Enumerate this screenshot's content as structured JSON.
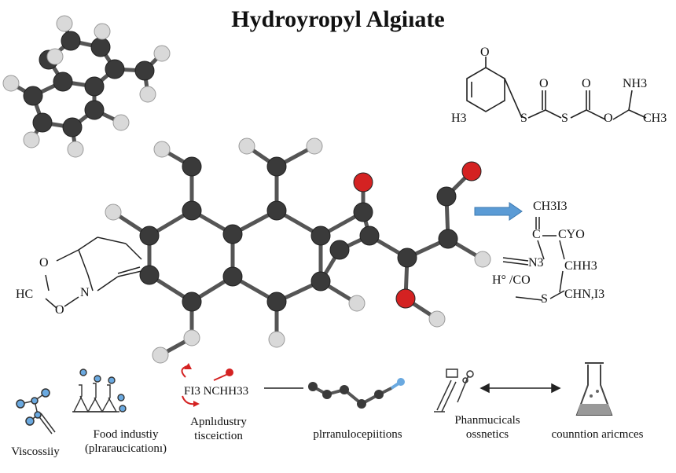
{
  "title": "Hydroyropyl Algiıate",
  "colors": {
    "atom_c": "#3a3a3a",
    "atom_h": "#d9d9d9",
    "atom_o": "#d42222",
    "arrow_blue": "#5b9bd5",
    "bond": "#555555"
  },
  "top_right_formula": {
    "o_top": "O",
    "h3": "H3",
    "s1": "S",
    "s2": "S",
    "o_mid": "O",
    "o_a": "O",
    "o_b": "O",
    "nh3": "NH3",
    "ch3": "CH3"
  },
  "left_ring": {
    "o1": "O",
    "hc": "HC",
    "n": "N",
    "o2": "O"
  },
  "right_formula": {
    "ch3i3": "CH3I3",
    "c": "C",
    "cyo": "CYO",
    "n3": "N3",
    "chh3": "CHH3",
    "ho": "H° /CO",
    "s": "S",
    "chni3": "CHN,I3"
  },
  "applications": [
    {
      "icon": "molecule-icon",
      "label": "Viscossiiy"
    },
    {
      "icon": "flasks-icon",
      "label": "Food industiy\n(plraraucicationı)"
    },
    {
      "icon": "reaction-cycle-icon",
      "formula": "FI3 NCHH33",
      "label": "Apnlıdustry\ntisceiction"
    },
    {
      "icon": "chain-icon",
      "label": "plrranulocepiitions"
    },
    {
      "icon": "pipette-icon",
      "label": "Phanmucicals\nossnetics"
    },
    {
      "icon": "beaker-icon",
      "label": "counntion aricmces"
    }
  ]
}
